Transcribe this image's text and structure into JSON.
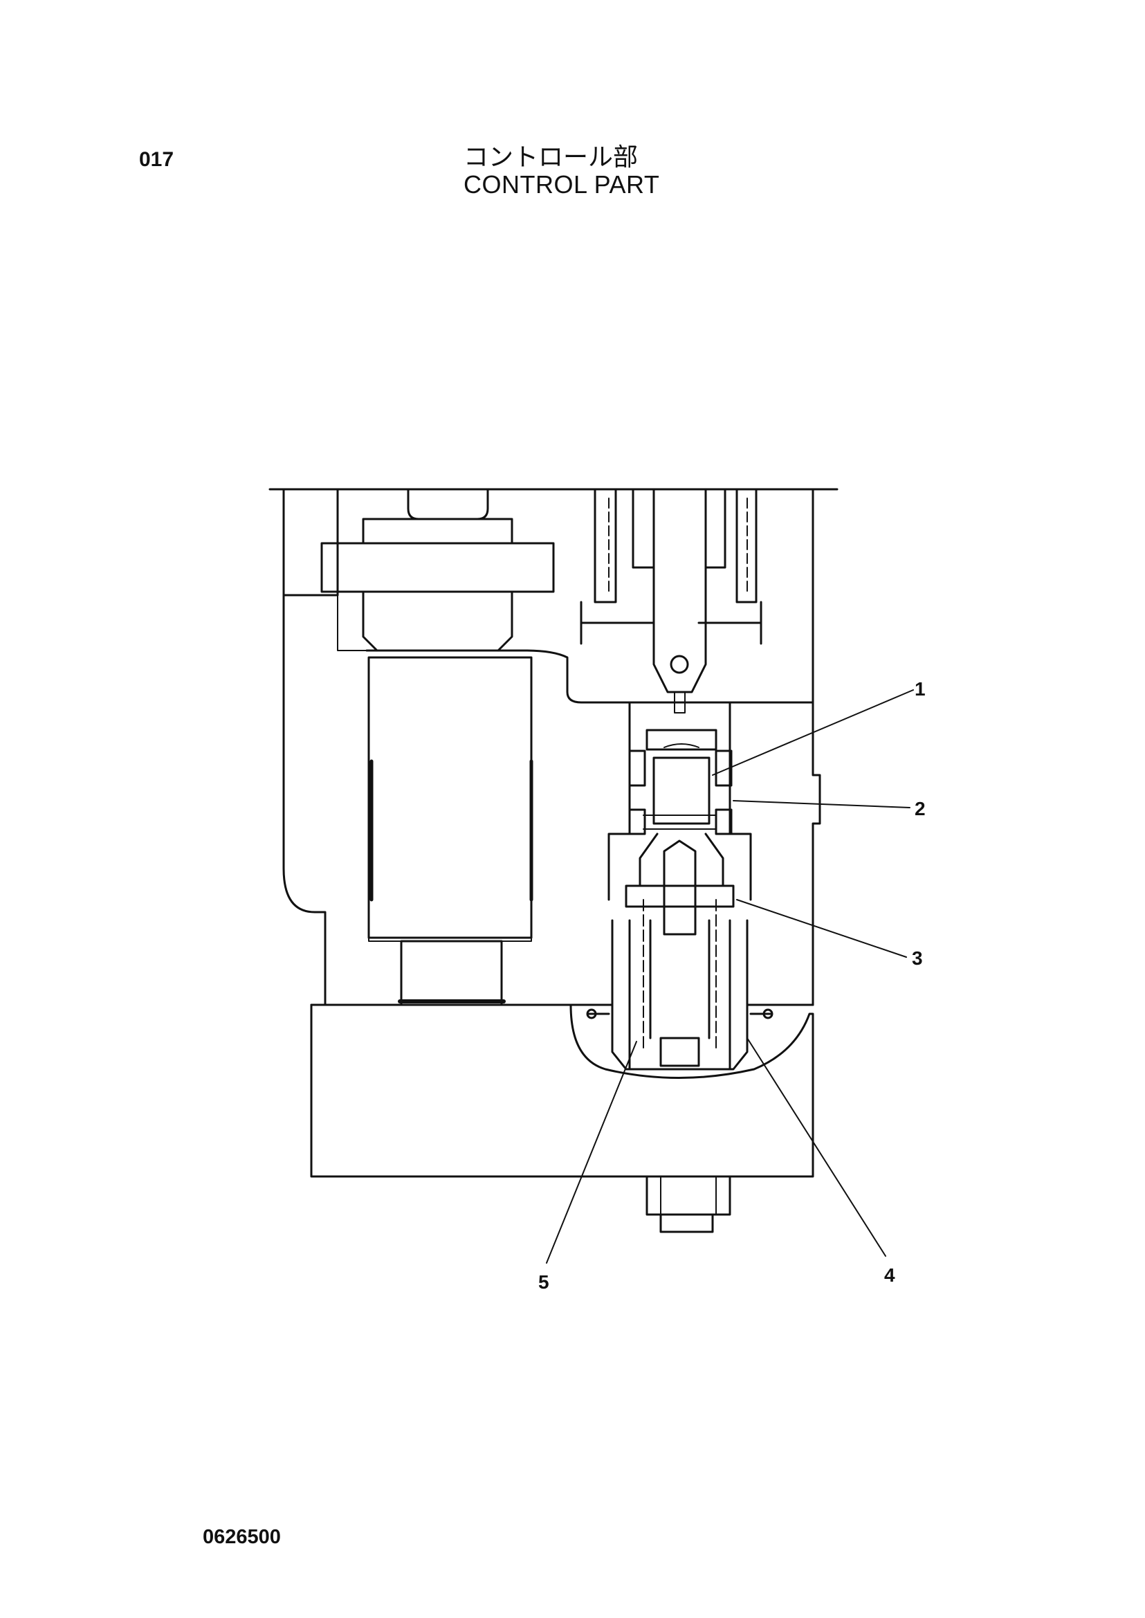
{
  "header": {
    "page_number": "017",
    "title_jp": "コントロール部",
    "title_en": "CONTROL  PART"
  },
  "callouts": [
    "1",
    "2",
    "3",
    "4",
    "5"
  ],
  "footer": {
    "drawing_number": "0626500"
  },
  "colors": {
    "line": "#111111",
    "background": "#ffffff"
  }
}
